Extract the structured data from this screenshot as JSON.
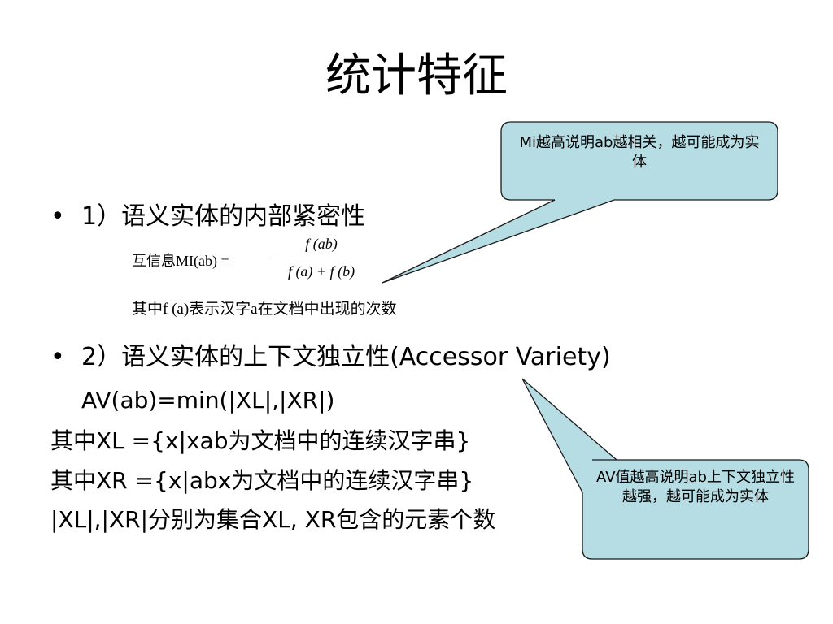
{
  "title": "统计特征",
  "bullets": [
    {
      "number": "1）",
      "text": "语义实体的内部紧密性"
    },
    {
      "number": "2）",
      "text": "语义实体的上下文独立性(Accessor Variety)"
    }
  ],
  "formula": {
    "lhs": "互信息MI(ab) =",
    "numerator": "f (ab)",
    "denominator": "f (a) + f (b)"
  },
  "formula_note": "其中f (a)表示汉字a在文档中出现的次数",
  "av_formula": "AV(ab)=min(|XL|,|XR|)",
  "lines": [
    "其中XL ={x|xab为文档中的连续汉字串}",
    "其中XR ={x|abx为文档中的连续汉字串}",
    "|XL|,|XR|分别为集合XL, XR包含的元素个数"
  ],
  "callouts": [
    {
      "text": "Mi越高说明ab越相关，越可能成为实体"
    },
    {
      "text": "AV值越高说明ab上下文独立性越强，越可能成为实体"
    }
  ],
  "colors": {
    "callout_fill": "#b7dde4",
    "callout_stroke": "#1a1a1a"
  }
}
